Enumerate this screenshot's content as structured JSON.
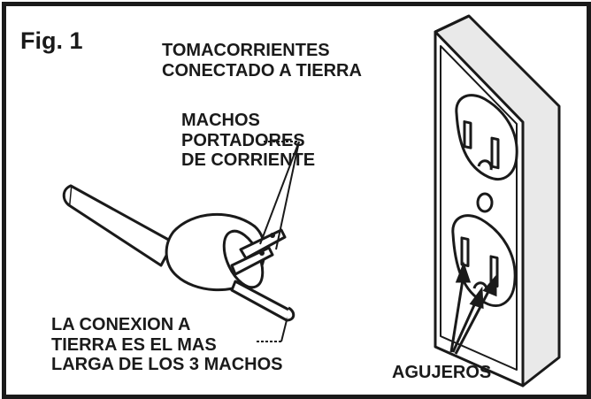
{
  "figure": {
    "title": "Fig. 1",
    "outlet_label": [
      "TOMACORRIENTES",
      "CONECTADO A TIERRA"
    ],
    "prongs_label": [
      "MACHOS",
      "PORTADORES",
      "DE CORRIENTE"
    ],
    "ground_label": [
      "LA CONEXION A",
      "TIERRA ES EL MAS",
      "LARGA DE LOS 3 MACHOS"
    ],
    "holes_label": "AGUJEROS"
  },
  "colors": {
    "ink": "#1a1a1a",
    "paper": "#ffffff",
    "plate_shade": "#e9e9e9"
  },
  "icons": [
    "electrical-outlet-icon",
    "three-prong-plug-icon"
  ]
}
